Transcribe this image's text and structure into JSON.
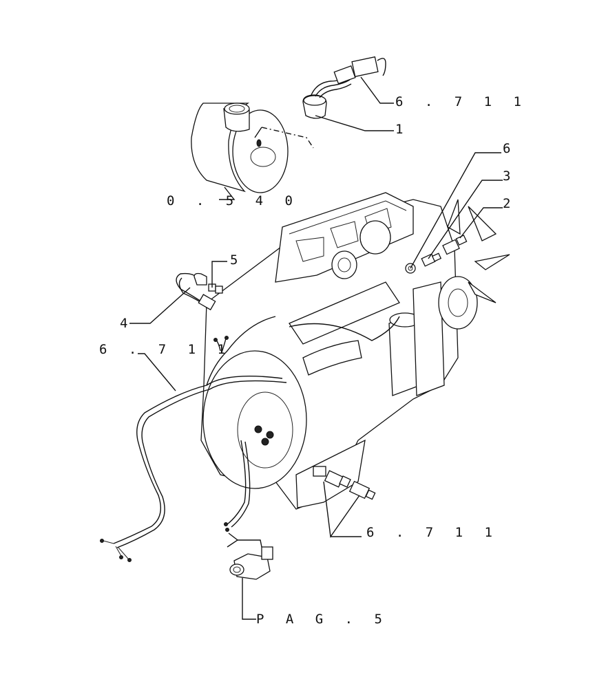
{
  "callouts": {
    "ref_6711_top": "6 . 7 1 1",
    "item_1": "1",
    "item_6": "6",
    "item_3": "3",
    "item_2": "2",
    "ref_0540": "0 . 5 4 0",
    "item_5": "5",
    "item_4": "4",
    "ref_6711_left": "6 . 7 1 1",
    "ref_6711_bottom": "6 . 7 1 1",
    "ref_pag5": "P A G . 5"
  }
}
